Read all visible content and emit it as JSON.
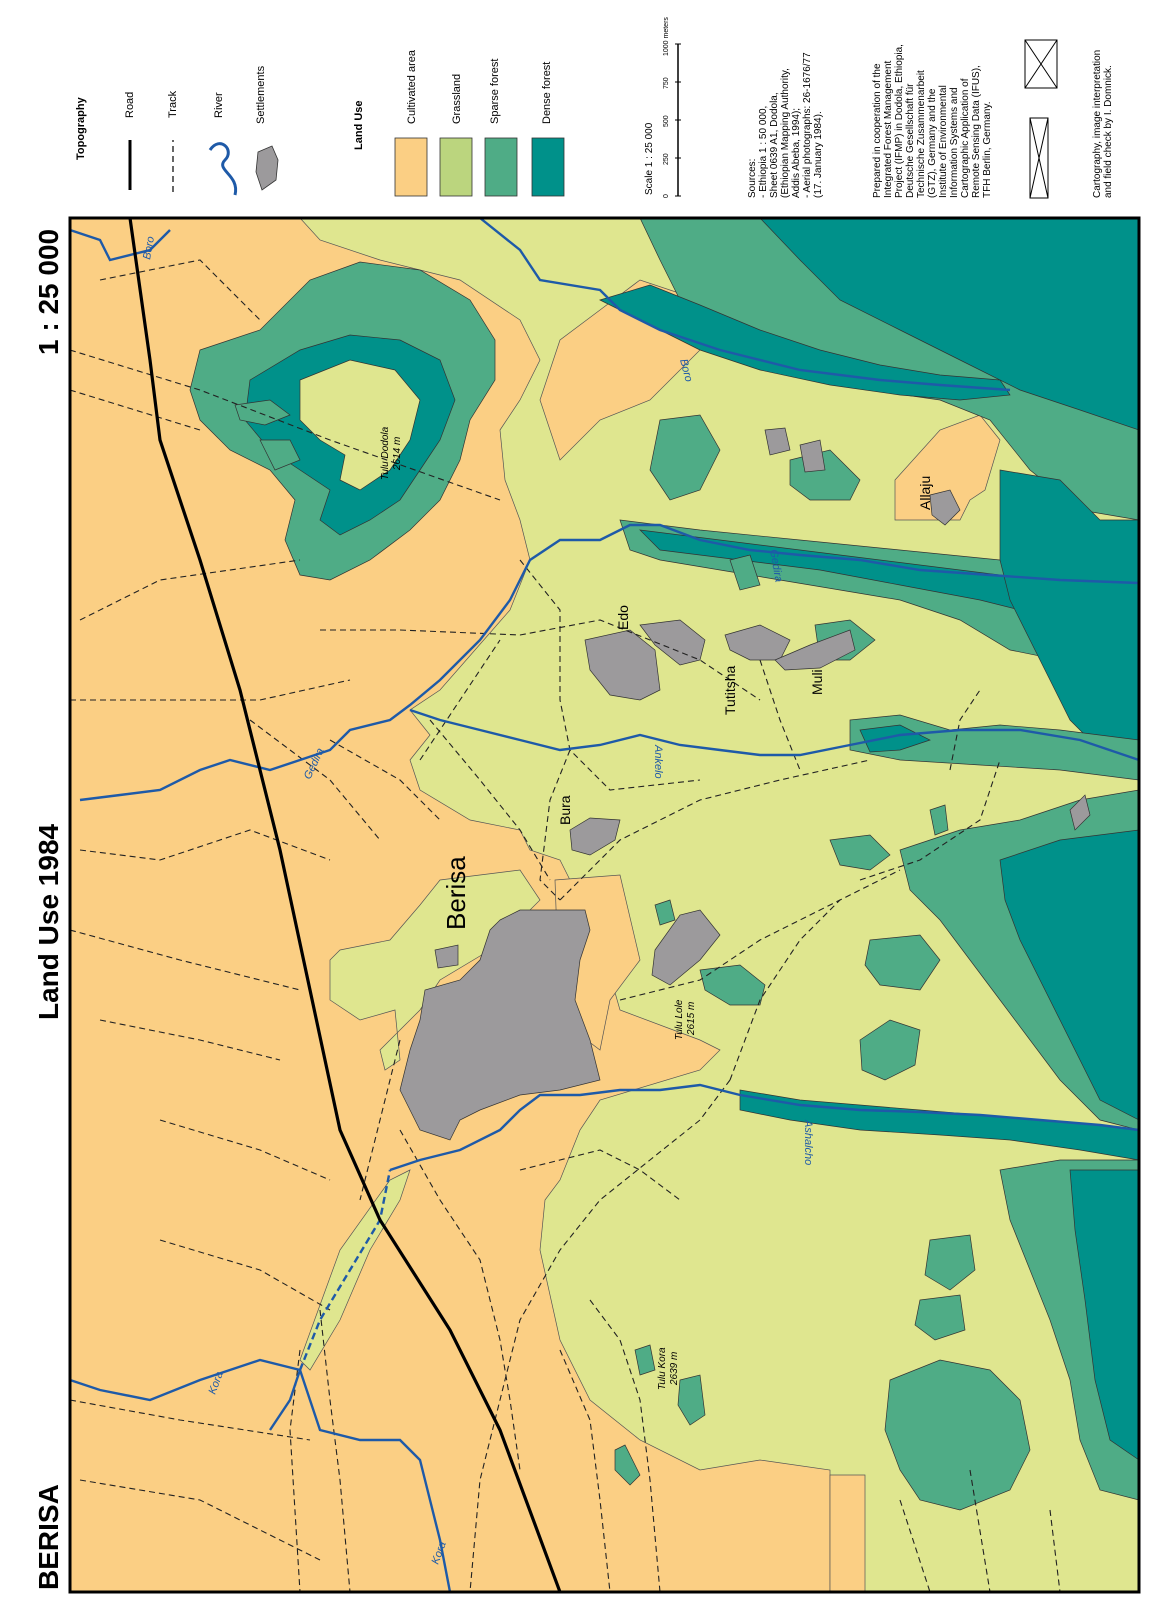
{
  "header": {
    "title_left": "BERISA",
    "title_center": "Land Use 1984",
    "title_right": "1 : 25 000"
  },
  "legend": {
    "topography_heading": "Topography",
    "topography_items": [
      {
        "label": "Road",
        "icon": "road-line-icon"
      },
      {
        "label": "Track",
        "icon": "track-dashed-icon"
      },
      {
        "label": "River",
        "icon": "river-icon"
      },
      {
        "label": "Settlements",
        "icon": "settlement-icon"
      }
    ],
    "landuse_heading": "Land Use",
    "landuse_items": [
      {
        "label": "Cultivated area",
        "color": "#fbcf84"
      },
      {
        "label": "Grassland",
        "color": "#bbd57e"
      },
      {
        "label": "Sparse forest",
        "color": "#4fac86"
      },
      {
        "label": "Dense forest",
        "color": "#00918a"
      }
    ],
    "scale_label": "Scale 1 : 25 000",
    "scale_ticks": [
      "0",
      "250",
      "500",
      "750",
      "1000 meters"
    ],
    "sources_lines": [
      "Sources:",
      "- Ethiopia 1 : 50 000,",
      "  Sheet 0639 A1, Dodola,",
      "  (Ethiopian Mapping Authority,",
      "  Addis Abeba, 1994);",
      "- Aerial photographs: 26-1676/77",
      "  (17. January 1984)."
    ],
    "prepared_lines": [
      "Prepared in cooperation of the",
      "Integrated Forest Management",
      "Project (IFMP) in Dodola, Ethiopia,",
      "Deutsche Gesellschaft für",
      "Technische Zusammenarbeit",
      "(GTZ), Germany and the",
      "Institute of Environmental",
      "Information Systems and",
      "Cartographic Application of",
      "Remote Sensing Data (IFUS),",
      "TFH Berlin, Germany."
    ],
    "credit_lines": [
      "Cartography, image interpretation",
      "and field check by I. Domnick."
    ]
  },
  "map": {
    "colors": {
      "cultivated": "#fbcf84",
      "grassland": "#dfe68f",
      "sparse": "#4fac86",
      "dense": "#00918a",
      "settlement": "#9c9a9c",
      "river": "#1e5aa8",
      "road": "#000000"
    },
    "places": {
      "berisa": "Berisa",
      "edo": "Edo",
      "bura": "Bura",
      "tutitsha": "Tutitsha",
      "muli": "Muli",
      "allaju": "Allaju"
    },
    "peaks": {
      "dodola_name": "Tulu Dodola",
      "dodola_height": "2614 m",
      "lole_name": "Tulu Lole",
      "lole_height": "2615 m",
      "kora_name": "Tulu Kora",
      "kora_height": "2639 m"
    },
    "rivers": {
      "boro_top": "Boro",
      "boro_right": "Boro",
      "gedira_left": "Gedira",
      "gedira_right": "Gedira",
      "ankelo": "Ankelo",
      "ashalcho": "Ashalcho",
      "kora_top": "Kora",
      "kora_bottom": "Kora"
    }
  }
}
